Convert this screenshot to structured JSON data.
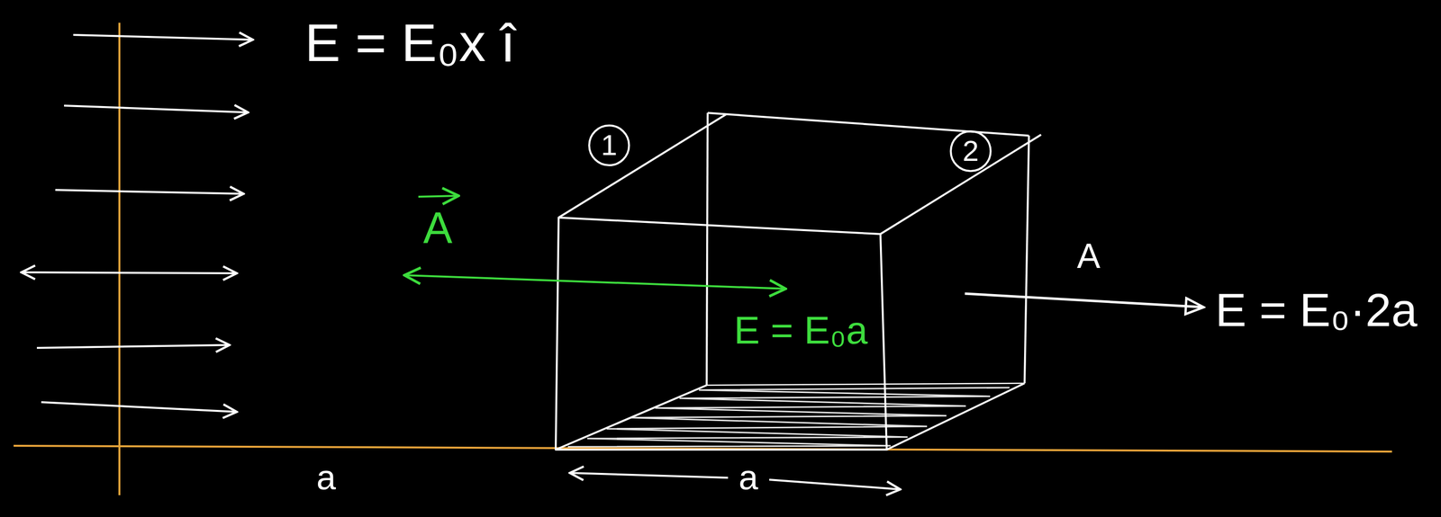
{
  "diagram": {
    "nodes": [
      {
        "text": [
          "1"
        ]
      },
      {
        "text": [
          "2"
        ]
      }
    ],
    "labels": [
      "E = E₀x î",
      "A",
      "E = E₀a",
      "A",
      "E = E₀·2a",
      "a",
      "a"
    ]
  }
}
